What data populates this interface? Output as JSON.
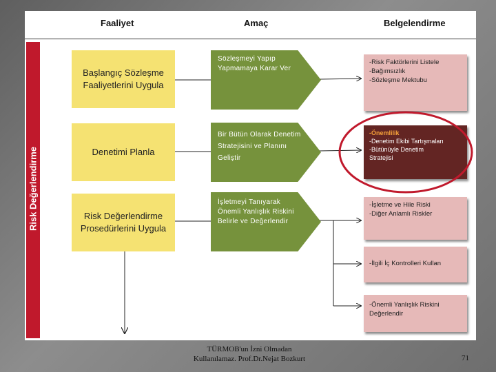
{
  "header": {
    "col1": "Faaliyet",
    "col2": "Amaç",
    "col3": "Belgelendirme"
  },
  "side_label": "Risk Değerlendirme",
  "activities": [
    "Başlangıç Sözleşme Faaliyetlerini Uygula",
    "Denetimi Planla",
    "Risk Değerlendirme Prosedürlerini Uygula"
  ],
  "purposes": [
    [
      "Sözleşmeyi",
      "Yapıp Yapmamaya",
      "Karar Ver"
    ],
    [
      "Bir Bütün Olarak",
      "Denetim",
      "Stratejisini ve",
      "Planını Geliştir"
    ],
    [
      "İşletmeyi Tanıyarak",
      "Önemli Yanlışlık",
      "Riskini Belirle ve",
      "Değerlendir"
    ]
  ],
  "documents": [
    {
      "lines": [
        "-Risk Faktörlerini Listele",
        "-Bağımsızlık",
        "-Sözleşme Mektubu"
      ]
    },
    {
      "highlight": "-Önemlilik",
      "lines": [
        "-Denetim Ekibi Tartışmaları",
        "-Bütünüyle Denetim",
        "Stratejisi"
      ]
    },
    {
      "lines": [
        "-İşletme ve Hile Riski",
        "-Diğer Anlamlı Riskler"
      ]
    },
    {
      "lines": [
        "-İlgili  İç Kontrolleri Kullan"
      ]
    },
    {
      "lines": [
        "-Önemli Yanlışlık Riskini",
        "Değerlendir"
      ]
    }
  ],
  "footer": {
    "line1": "TÜRMOB'un İzni Olmadan",
    "line2": "Kullanılamaz. Prof.Dr.Nejat Bozkurt"
  },
  "page_number": "71",
  "colors": {
    "side_bar": "#c0192c",
    "activity_box": "#f5e272",
    "purpose_arrow": "#76923c",
    "document_pink": "#e6b9b8",
    "document_dark": "#632523",
    "highlight_ellipse": "#c0192c"
  }
}
